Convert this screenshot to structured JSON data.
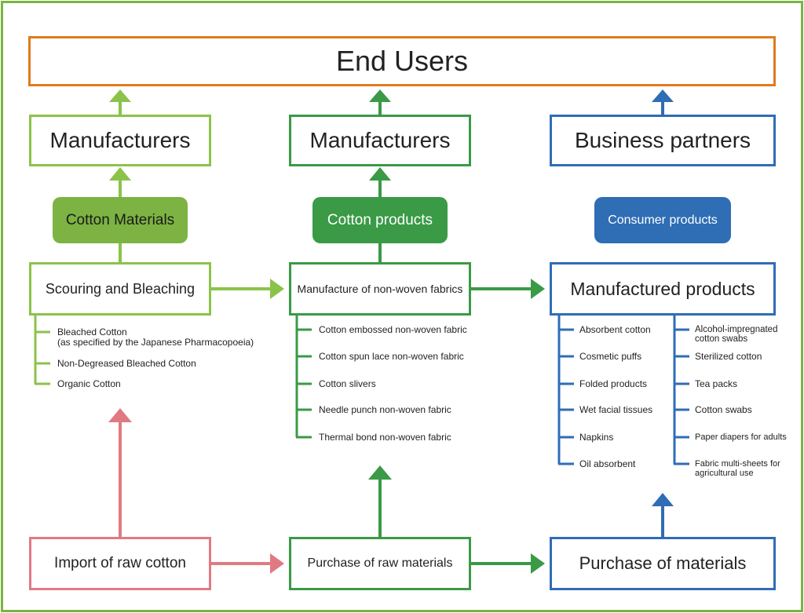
{
  "colors": {
    "frame": "#7cb342",
    "end_users": "#e07b1d",
    "light_green": "#8bc34a",
    "dark_green": "#3a9a46",
    "blue": "#2f6db5",
    "pink": "#e07a82",
    "pill_light_green": "#7cb342",
    "pill_dark_green": "#3a9a46",
    "pill_blue": "#2f6db5"
  },
  "end_users": "End Users",
  "tier2": {
    "left": "Manufacturers",
    "middle": "Manufacturers",
    "right": "Business partners"
  },
  "categories": {
    "left": "Cotton Materials",
    "middle": "Cotton products",
    "right": "Consumer products"
  },
  "process": {
    "left": "Scouring and Bleaching",
    "middle": "Manufacture of non-woven fabrics",
    "right": "Manufactured products"
  },
  "left_items": [
    {
      "line1": "Bleached Cotton",
      "line2": "(as specified by the Japanese Pharmacopoeia)"
    },
    {
      "line1": "Non-Degreased Bleached Cotton"
    },
    {
      "line1": "Organic Cotton"
    }
  ],
  "middle_items": [
    "Cotton embossed non-woven fabric",
    "Cotton spun lace non-woven fabric",
    "Cotton slivers",
    "Needle punch non-woven fabric",
    "Thermal bond non-woven fabric"
  ],
  "right_items_a": [
    "Absorbent cotton",
    "Cosmetic puffs",
    "Folded products",
    "Wet facial tissues",
    "Napkins",
    "Oil absorbent"
  ],
  "right_items_b": [
    {
      "line1": "Alcohol-impregnated",
      "line2": "cotton swabs"
    },
    {
      "line1": "Sterilized cotton"
    },
    {
      "line1": "Tea packs"
    },
    {
      "line1": "Cotton swabs"
    },
    {
      "line1": "Paper diapers for adults"
    },
    {
      "line1": "Fabric multi-sheets for",
      "line2": "agricultural use"
    }
  ],
  "sources": {
    "left": "Import of raw cotton",
    "middle": "Purchase of raw materials",
    "right": "Purchase of materials"
  }
}
